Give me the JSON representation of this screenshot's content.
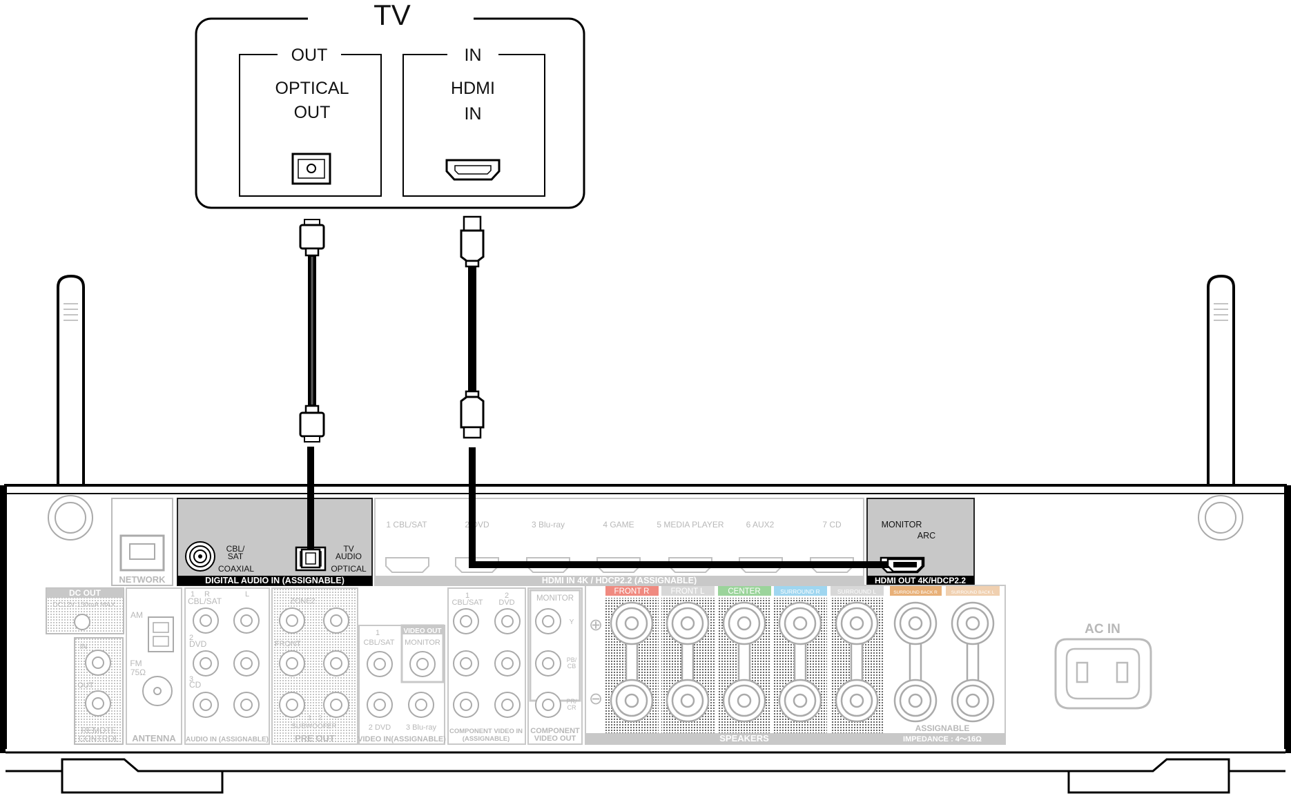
{
  "tv": {
    "title": "TV",
    "out_label": "OUT",
    "in_label": "IN",
    "optical_line1": "OPTICAL",
    "optical_line2": "OUT",
    "hdmi_line1": "HDMI",
    "hdmi_line2": "IN"
  },
  "receiver": {
    "network": "NETWORK",
    "digital_audio_in": "DIGITAL AUDIO IN (ASSIGNABLE)",
    "cbl_sat_line1": "CBL/",
    "cbl_sat_line2": "SAT",
    "coaxial": "COAXIAL",
    "tv_audio_line1": "TV",
    "tv_audio_line2": "AUDIO",
    "optical": "OPTICAL",
    "hdmi_in_header": "HDMI IN  4K / HDCP2.2 (ASSIGNABLE)",
    "hdmi_inputs": [
      "1 CBL/SAT",
      "2 DVD",
      "3 Blu-ray",
      "4 GAME",
      "5 MEDIA PLAYER",
      "6 AUX2",
      "7 CD"
    ],
    "monitor": "MONITOR",
    "arc": "ARC",
    "hdmi_out_header": "HDMI OUT 4K/HDCP2.2",
    "dc_out": "DC OUT",
    "dc_spec": "DC12V 150mA MAX.",
    "remote_in": "IN",
    "remote_out": "OUT",
    "remote_control_line1": "REMOTE",
    "remote_control_line2": "CONTROL",
    "am": "AM",
    "fm_line1": "FM",
    "fm_line2": "75Ω",
    "antenna": "ANTENNA",
    "audio_in_1": "1",
    "audio_in_cbl_sat": "CBL/SAT",
    "audio_in_2": "2",
    "audio_in_dvd": "DVD",
    "audio_in_3": "3",
    "audio_in_cd": "CD",
    "audio_r": "R",
    "audio_l": "L",
    "audio_in_footer": "AUDIO IN (ASSIGNABLE)",
    "zone2": "ZONE2",
    "front": "FRONT",
    "subwoofer": "SUBWOOFER",
    "sub_1": "1",
    "sub_2": "2",
    "pre_out": "PRE OUT",
    "video_out": "VIDEO OUT",
    "video_monitor": "MONITOR",
    "video_in_1": "1",
    "video_in_cbl_sat": "CBL/SAT",
    "video_in_2": "2 DVD",
    "video_in_3": "3 Blu-ray",
    "video_in_footer": "VIDEO IN(ASSIGNABLE)",
    "comp_1": "1",
    "comp_cbl_sat": "CBL/SAT",
    "comp_2": "2",
    "comp_dvd": "DVD",
    "comp_in_footer_line1": "COMPONENT VIDEO IN",
    "comp_in_footer_line2": "(ASSIGNABLE)",
    "comp_monitor": "MONITOR",
    "comp_y": "Y",
    "comp_pb": "PB/",
    "comp_cb": "CB",
    "comp_pr": "PR/",
    "comp_cr": "CR",
    "comp_out_footer_line1": "COMPONENT",
    "comp_out_footer_line2": "VIDEO OUT",
    "spk_front_r": "FRONT R",
    "spk_front_l": "FRONT L",
    "spk_center": "CENTER",
    "spk_surround_r": "SURROUND R",
    "spk_surround_l": "SURROUND L",
    "spk_surround_back_r": "SURROUND BACK R",
    "spk_surround_back_l": "SURROUND BACK L",
    "speakers_footer": "SPEAKERS",
    "assignable": "ASSIGNABLE",
    "impedance": "IMPEDANCE : 4～16Ω",
    "plus": "⊕",
    "minus": "⊖",
    "ac_in": "AC IN"
  },
  "colors": {
    "front_r": "#f08a80",
    "front_l": "#d8d8d8",
    "center": "#9bd49b",
    "surround_r": "#9fd6f0",
    "surround_l": "#d8d8d8",
    "surround_back_r": "#e8b078",
    "surround_back_l": "#f0d0b0",
    "panel_dark": "#c8c8c8",
    "panel_outline": "#9a9a9a",
    "faint": "#bdbdbd",
    "cable": "#000000"
  }
}
